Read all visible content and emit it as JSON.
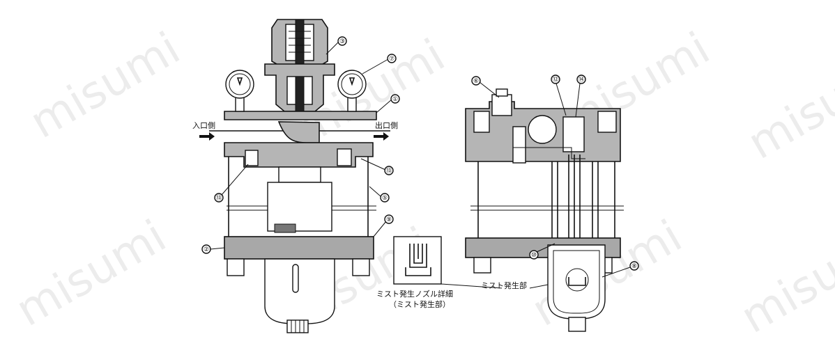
{
  "watermark": "misumi",
  "labels": {
    "inlet_side": "入口側",
    "outlet_side": "出口側",
    "nozzle_detail_line1": "ミスト発生ノズル詳細",
    "nozzle_detail_line2": "（ミスト発生部）",
    "mist_generator": "ミスト発生部"
  },
  "callouts": {
    "c1": "①",
    "c2": "②",
    "c3": "③",
    "c5": "⑤",
    "c6": "⑥",
    "c7": "⑦",
    "c8": "⑧",
    "c9": "⑨",
    "c10": "⑩",
    "c12": "⑫",
    "c13a": "⑬",
    "c13b": "⑬",
    "c14": "⑭"
  }
}
